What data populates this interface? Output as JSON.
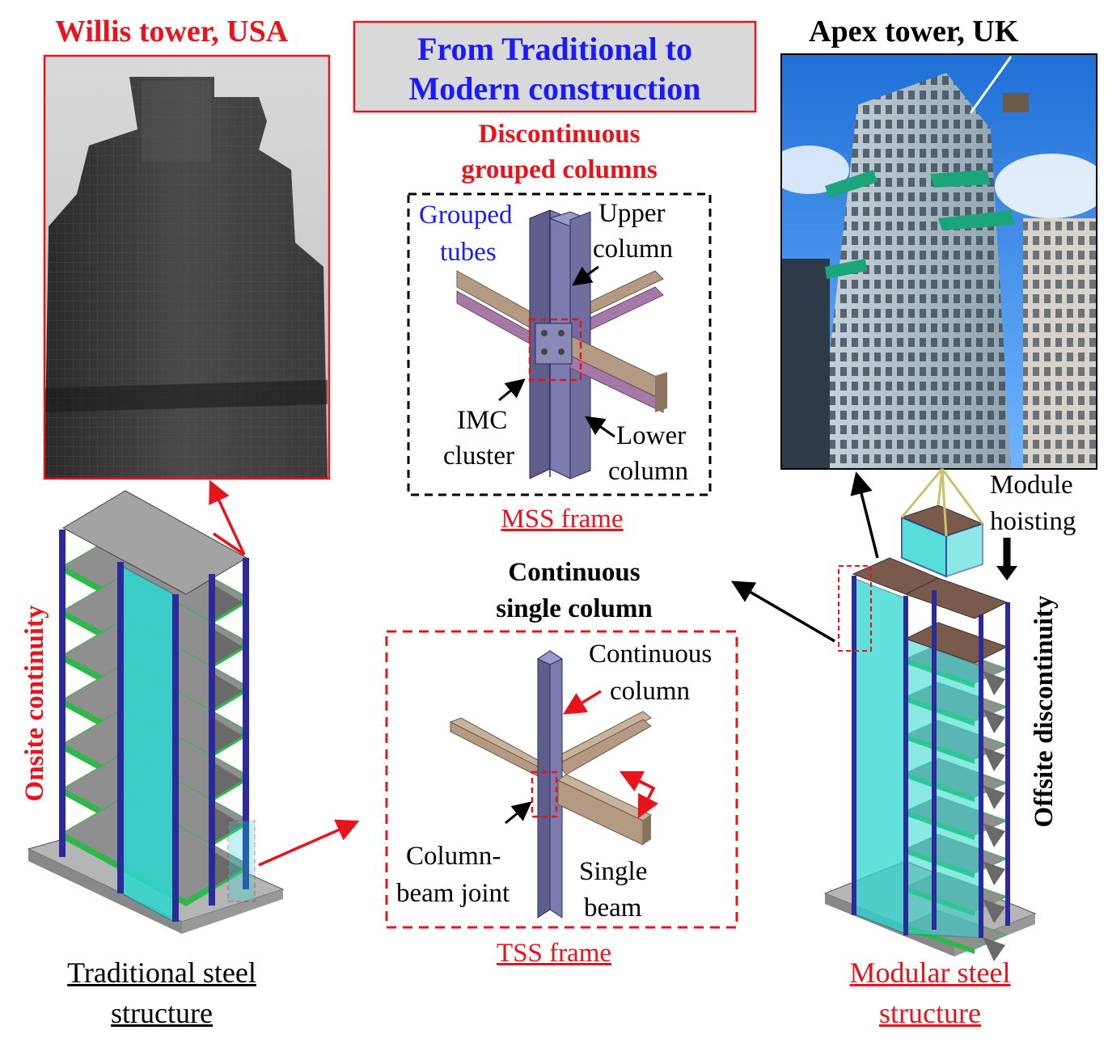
{
  "title_box": {
    "line1": "From Traditional to",
    "line2": "Modern construction"
  },
  "willis": {
    "caption": "Willis tower, USA"
  },
  "apex": {
    "caption": "Apex tower, UK"
  },
  "mss": {
    "heading_line1": "Discontinuous",
    "heading_line2": "grouped columns",
    "grouped_tubes_1": "Grouped",
    "grouped_tubes_2": "tubes",
    "upper_column_1": "Upper",
    "upper_column_2": "column",
    "imc_1": "IMC",
    "imc_2": "cluster",
    "lower_column_1": "Lower",
    "lower_column_2": "column",
    "frame_label": "MSS frame"
  },
  "tss": {
    "heading_line1": "Continuous",
    "heading_line2": "single column",
    "continuous_1": "Continuous",
    "continuous_2": "column",
    "joint_1": "Column-",
    "joint_2": "beam joint",
    "single_beam_1": "Single",
    "single_beam_2": "beam",
    "frame_label": "TSS frame"
  },
  "left_structure": {
    "label_line1": "Traditional steel",
    "label_line2": "structure",
    "vertical_label": "Onsite continuity"
  },
  "right_structure": {
    "label_line1": "Modular steel",
    "label_line2": "structure",
    "vertical_label": "Offsite discontinuity",
    "hoist_1": "Module",
    "hoist_2": "hoisting"
  },
  "colors": {
    "red": "#e8141c",
    "blue": "#1a1aff",
    "column": "#6f6e9e",
    "beam": "#b59a83",
    "beam_dark": "#8a735f",
    "purple_beam": "#a678a8",
    "glass": "#2ed6d0",
    "green": "#2fb84a",
    "navy": "#2a2a9a",
    "slab": "#9a9a9a",
    "module_top": "#7a5a4a"
  }
}
